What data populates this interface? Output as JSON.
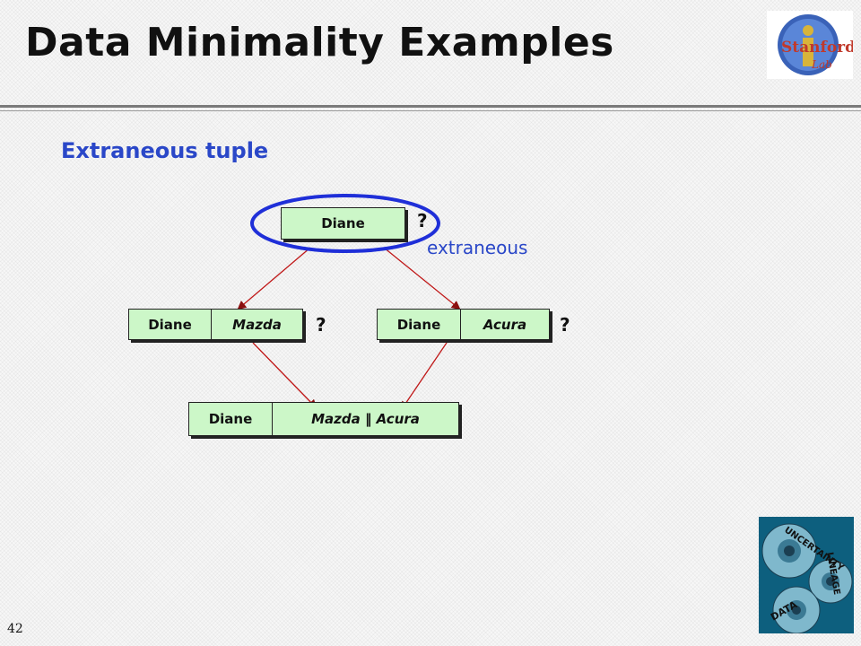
{
  "slide": {
    "title": "Data Minimality Examples",
    "subtitle": "Extraneous tuple",
    "page_number": "42"
  },
  "diagram": {
    "top_tuple": {
      "name": "Diane",
      "question": "?",
      "note": "extraneous"
    },
    "left_tuple": {
      "name": "Diane",
      "car": "Mazda",
      "question": "?"
    },
    "right_tuple": {
      "name": "Diane",
      "car": "Acura",
      "question": "?"
    },
    "bottom_tuple": {
      "name": "Diane",
      "car": "Mazda ‖ Acura"
    }
  },
  "logos": {
    "top": {
      "letter": "i",
      "text_main": "Stanford",
      "text_sub": "Lab"
    },
    "bottom": {
      "words": [
        "UNCERTAINTY",
        "LINEAGE",
        "DATA"
      ]
    }
  },
  "colors": {
    "title": "#111111",
    "accent_blue": "#2a47c8",
    "tuple_fill": "#ccf7c8",
    "arrow_red": "#c01818",
    "ellipse_blue": "#1f2fd8"
  }
}
